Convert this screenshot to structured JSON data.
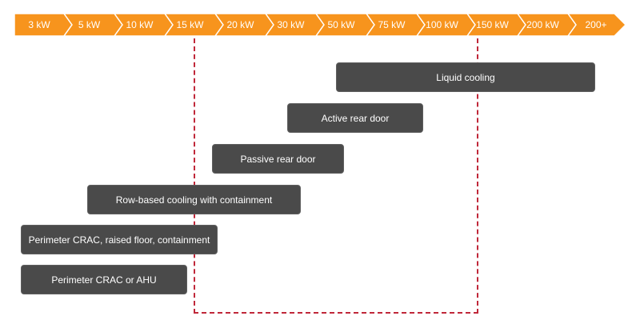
{
  "power_scale": {
    "accent_color": "#f7941d",
    "text_color": "#ffffff",
    "steps": [
      "3 kW",
      "5 kW",
      "10 kW",
      "15 kW",
      "20 kW",
      "30 kW",
      "50 kW",
      "75 kW",
      "100 kW",
      "150 kW",
      "200 kW",
      "200+"
    ]
  },
  "highlight_region": {
    "border_color": "#c0283a",
    "style": "dashed",
    "from_step": "15 kW",
    "to_step": "150 kW"
  },
  "cooling_options": {
    "bar_color": "#4a4a4a",
    "text_color": "#ffffff",
    "items": [
      {
        "label": "Liquid cooling"
      },
      {
        "label": "Active rear door"
      },
      {
        "label": "Passive rear door"
      },
      {
        "label": "Row-based cooling with containment"
      },
      {
        "label": "Perimeter CRAC, raised floor, containment"
      },
      {
        "label": "Perimeter CRAC or AHU"
      }
    ]
  }
}
